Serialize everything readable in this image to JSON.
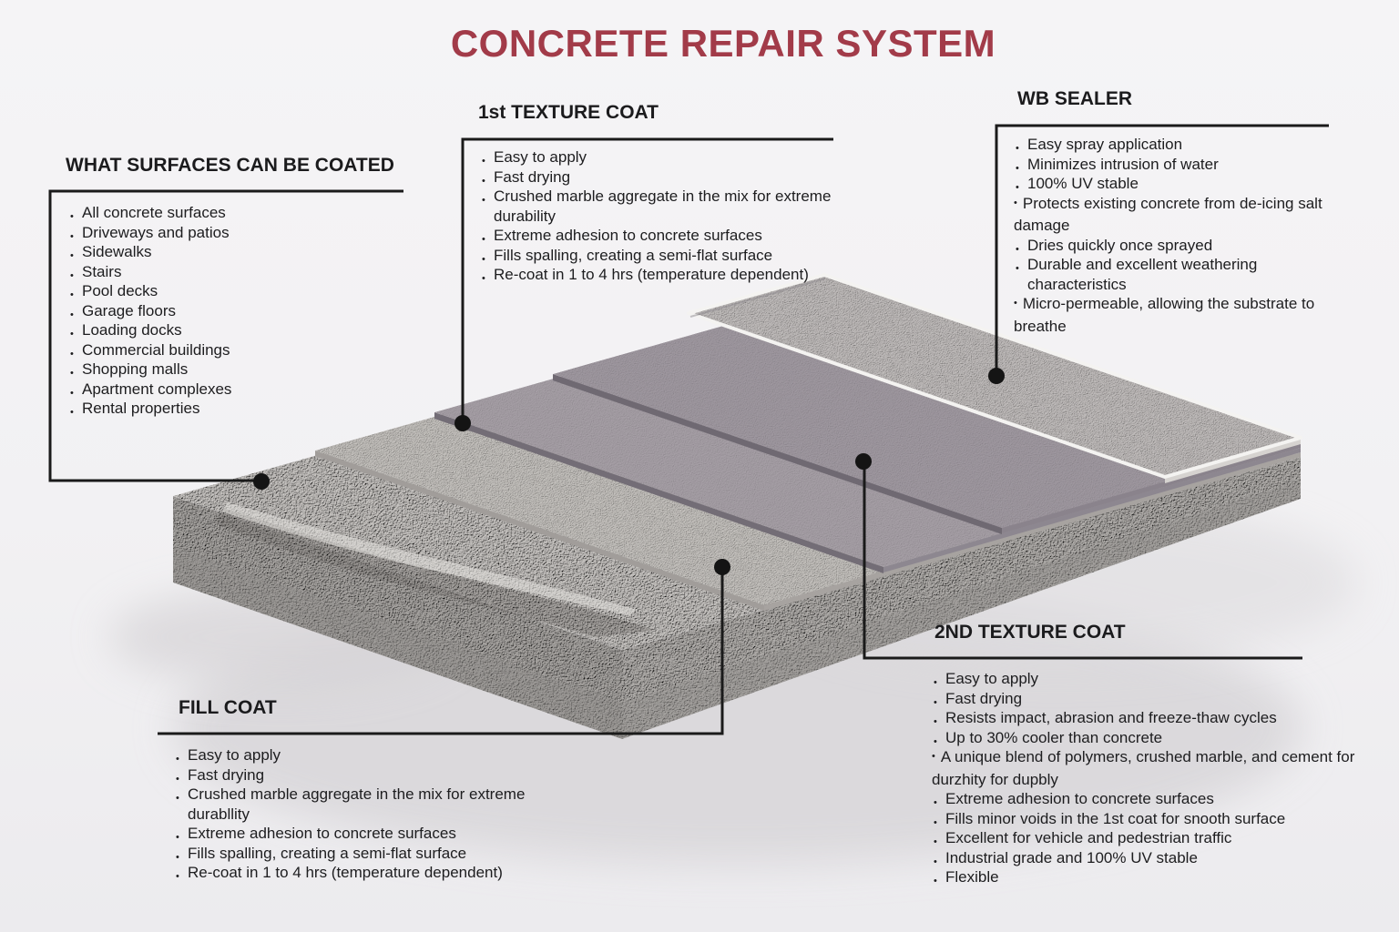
{
  "title": "CONCRETE REPAIR SYSTEM",
  "colors": {
    "accent": "#a23b49",
    "ink": "#1d1d1f",
    "leader_line": "#1a1a1a",
    "background": "#f2f1f3",
    "coat_gray": "#a49da5",
    "concrete_gray": "#c9c6c3"
  },
  "sections": {
    "surfaces": {
      "heading": "WHAT SURFACES CAN BE COATED",
      "items": [
        "All concrete surfaces",
        "Driveways and patios",
        "Sidewalks",
        "Stairs",
        "Pool decks",
        "Garage floors",
        "Loading docks",
        "Commercial buildings",
        "Shopping malls",
        "Apartment complexes",
        "Rental properties"
      ]
    },
    "first_coat": {
      "heading": "1st TEXTURE COAT",
      "items": [
        "Easy to apply",
        "Fast drying",
        "Crushed marble aggregate in the mix for extreme durability",
        "Extreme adhesion to concrete surfaces",
        "Fills spalling, creating a semi-flat surface",
        "Re-coat in 1 to 4 hrs (temperature dependent)"
      ]
    },
    "wb_sealer": {
      "heading": "WB SEALER",
      "items": [
        "Easy spray application",
        "Minimizes intrusion of water",
        "100% UV stable",
        "Protects existing concrete from de-icing salt damage",
        "Dries quickly once sprayed",
        "Durable and excellent weathering characteristics",
        "Micro-permeable, allowing the substrate to breathe"
      ]
    },
    "fill_coat": {
      "heading": "FILL COAT",
      "items": [
        "Easy to apply",
        "Fast drying",
        "Crushed marble aggregate in the mix for extreme durabllity",
        "Extreme adhesion to concrete surfaces",
        "Fills spalling, creating a semi-flat surface",
        "Re-coat in 1 to 4 hrs (temperature dependent)"
      ]
    },
    "second_coat": {
      "heading": "2ND TEXTURE COAT",
      "items": [
        "Easy to apply",
        "Fast drying",
        "Resists impact, abrasion and freeze-thaw cycles",
        "Up to 30% cooler than concrete",
        "A unique blend of polymers, crushed marble, and cement for durzhity for dupbly",
        "Extreme adhesion to concrete surfaces",
        "Fills minor voids in the 1st coat for snooth surface",
        "Excellent for vehicle and pedestrian traffic",
        "Industrial grade and 100% UV stable",
        "Flexible"
      ]
    }
  }
}
